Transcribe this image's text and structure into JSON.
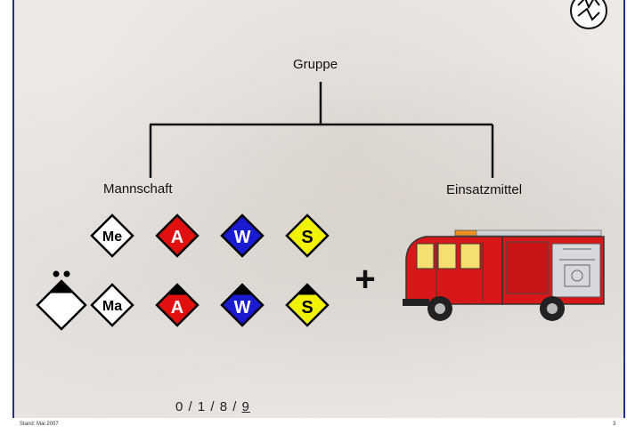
{
  "diagram": {
    "top_label": "Gruppe",
    "left_label": "Mannschaft",
    "right_label": "Einsatzmittel",
    "plus_sign": "+",
    "row1": [
      {
        "text": "Me",
        "fill": "#ffffff",
        "text_color": "#000000"
      },
      {
        "text": "A",
        "fill": "#e01010",
        "text_color": "#ffffff"
      },
      {
        "text": "W",
        "fill": "#1a1ad0",
        "text_color": "#ffffff"
      },
      {
        "text": "S",
        "fill": "#f2f200",
        "text_color": "#000000"
      }
    ],
    "row2": [
      {
        "text": "Ma",
        "fill": "#ffffff",
        "text_color": "#000000"
      },
      {
        "text": "A",
        "fill": "#e01010",
        "text_color": "#ffffff"
      },
      {
        "text": "W",
        "fill": "#1a1ad0",
        "text_color": "#ffffff"
      },
      {
        "text": "S",
        "fill": "#f2f200",
        "text_color": "#000000"
      }
    ]
  },
  "navigation": {
    "pages": "0 / 1 / 8 / ",
    "current": "9"
  },
  "footer": {
    "date": "Stand: Mai 2007",
    "page": "3"
  },
  "colors": {
    "line": "#111111",
    "truck_red": "#d81818",
    "window": "#f4e070",
    "border": "#24328a"
  },
  "icons": [
    "emblem-icon",
    "fire-truck-icon",
    "group-leader-symbol"
  ]
}
